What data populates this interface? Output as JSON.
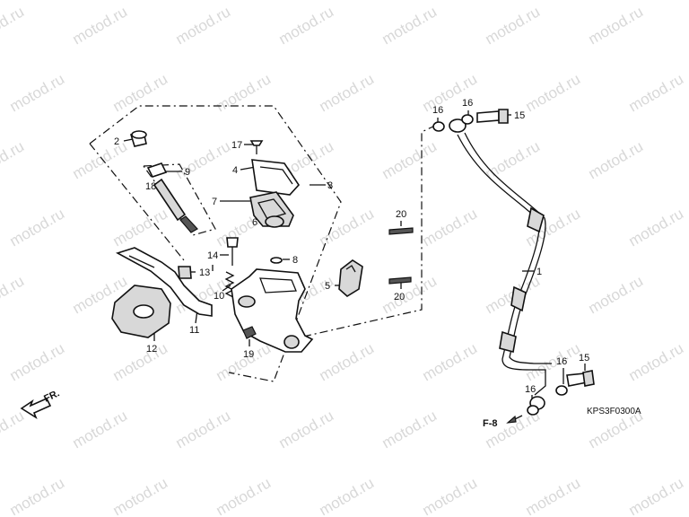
{
  "diagram": {
    "watermark_text": "motod.ru",
    "code": "KPS3F0300A",
    "front_label": "FR.",
    "ref_label": "F-8",
    "parts": [
      "1",
      "2",
      "3",
      "4",
      "5",
      "6",
      "7",
      "8",
      "9",
      "10",
      "11",
      "12",
      "13",
      "14",
      "15",
      "15",
      "16",
      "16",
      "16",
      "16",
      "17",
      "18",
      "19",
      "20",
      "20"
    ]
  }
}
